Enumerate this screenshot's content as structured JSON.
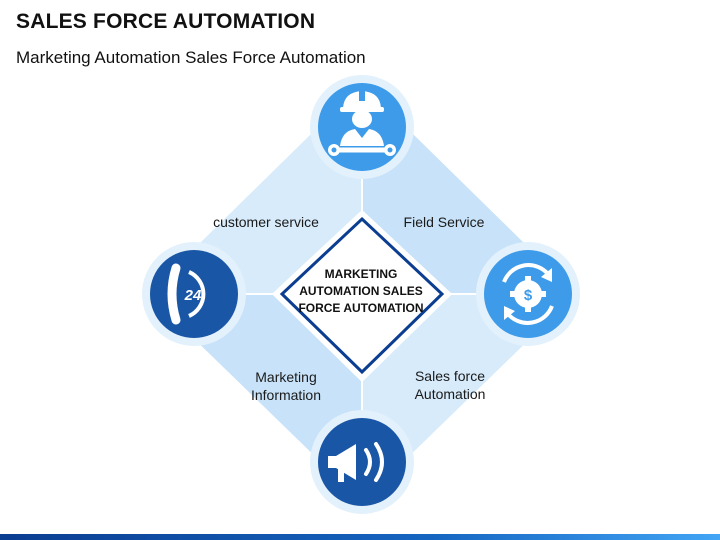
{
  "header": {
    "title": "SALES FORCE AUTOMATION",
    "subtitle": "Marketing Automation Sales Force Automation"
  },
  "diagram": {
    "center_lines": [
      "MARKETING",
      "AUTOMATION SALES",
      "FORCE AUTOMATION"
    ],
    "labels": {
      "top_left": [
        "customer service"
      ],
      "top_right": [
        "Field Service"
      ],
      "bottom_left": [
        "Marketing",
        "Information"
      ],
      "bottom_right": [
        "Sales force",
        "Automation"
      ]
    },
    "icons": {
      "top": "technician-icon",
      "left": "phone-24-icon",
      "right": "dollar-gear-cycle-icon",
      "bottom": "megaphone-icon"
    },
    "phone_badge": "24",
    "gear_symbol": "$",
    "colors": {
      "light_blue": "#cfe7fb",
      "medium_blue": "#3d9be9",
      "dark_blue": "#1a56a6",
      "navy": "#0b3d91"
    }
  }
}
